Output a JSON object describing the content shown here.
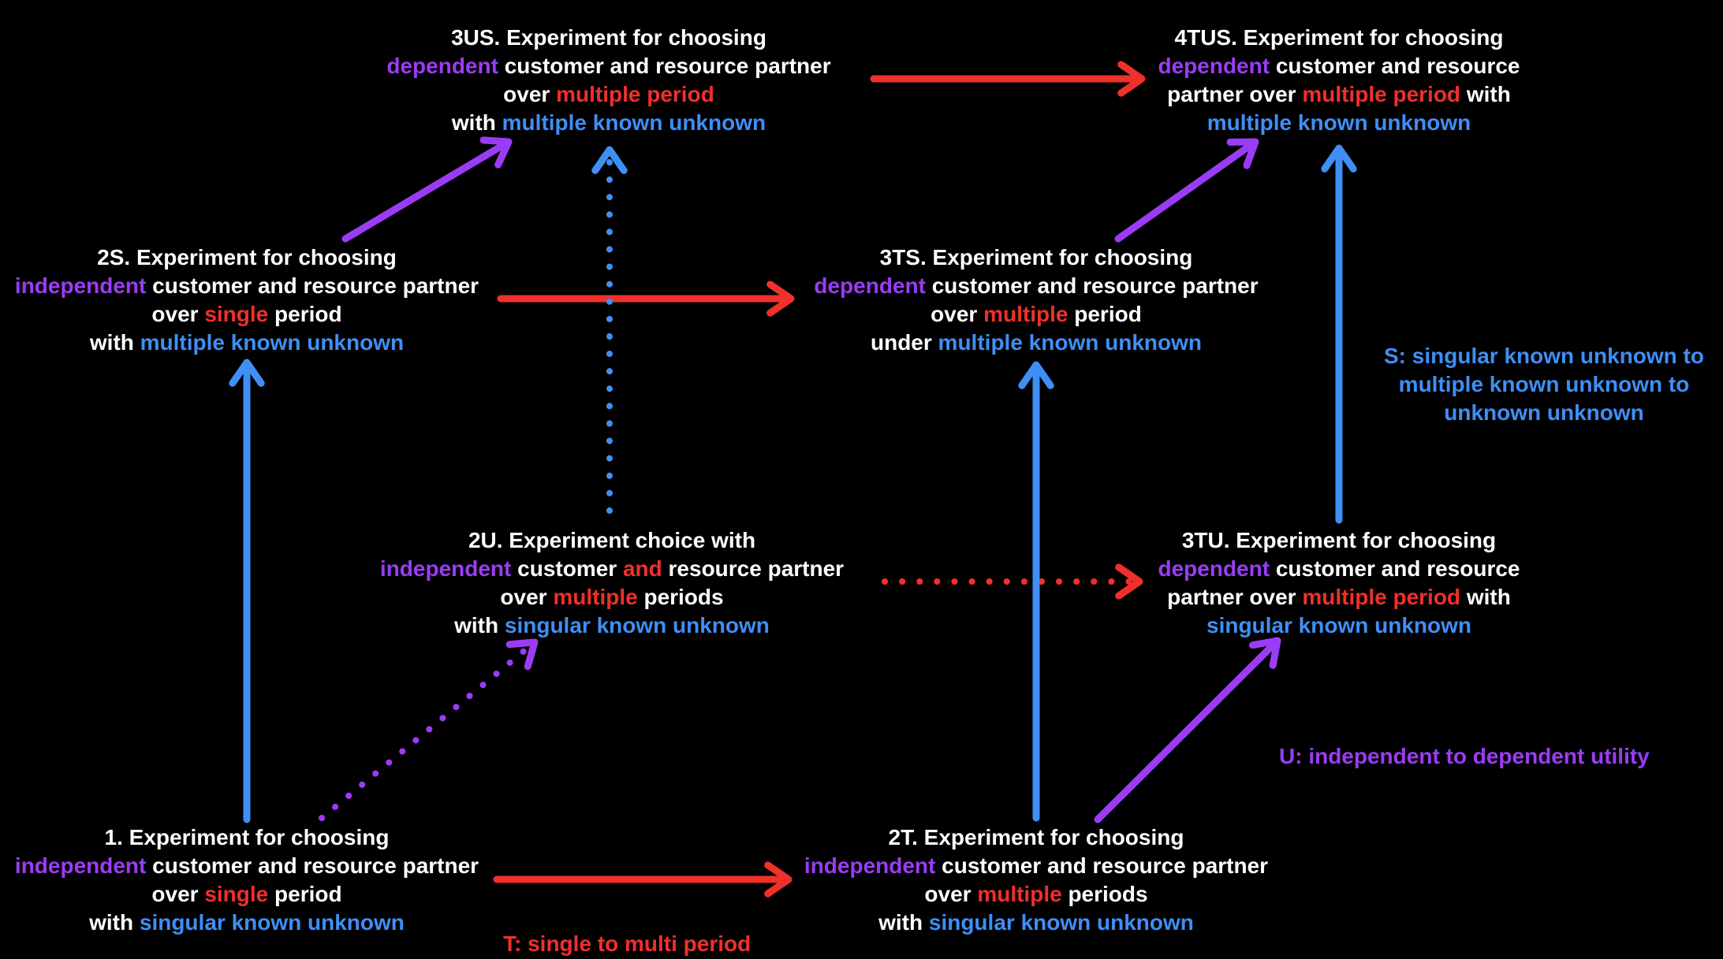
{
  "colors": {
    "background": "#000000",
    "text": "#ffffff",
    "purple": "#9b3cf5",
    "red": "#f0302a",
    "blue": "#3f8ff5"
  },
  "nodes": {
    "n1": [
      [
        {
          "t": "1. Experiment for choosing",
          "c": "white"
        }
      ],
      [
        {
          "t": "independent",
          "c": "purple"
        },
        {
          "t": " customer and resource partner",
          "c": "white"
        }
      ],
      [
        {
          "t": "over ",
          "c": "white"
        },
        {
          "t": "single",
          "c": "red"
        },
        {
          "t": " period",
          "c": "white"
        }
      ],
      [
        {
          "t": "with ",
          "c": "white"
        },
        {
          "t": "singular known unknown",
          "c": "blue"
        }
      ]
    ],
    "n2s": [
      [
        {
          "t": "2S. Experiment for choosing",
          "c": "white"
        }
      ],
      [
        {
          "t": "independent",
          "c": "purple"
        },
        {
          "t": " customer and resource partner",
          "c": "white"
        }
      ],
      [
        {
          "t": "over ",
          "c": "white"
        },
        {
          "t": "single",
          "c": "red"
        },
        {
          "t": " period",
          "c": "white"
        }
      ],
      [
        {
          "t": "with ",
          "c": "white"
        },
        {
          "t": "multiple known unknown",
          "c": "blue"
        }
      ]
    ],
    "n3us": [
      [
        {
          "t": "3US. Experiment for choosing",
          "c": "white"
        }
      ],
      [
        {
          "t": "dependent",
          "c": "purple"
        },
        {
          "t": " customer and resource partner",
          "c": "white"
        }
      ],
      [
        {
          "t": "over ",
          "c": "white"
        },
        {
          "t": "multiple period",
          "c": "red"
        }
      ],
      [
        {
          "t": "with ",
          "c": "white"
        },
        {
          "t": "multiple known unknown",
          "c": "blue"
        }
      ]
    ],
    "n4tus": [
      [
        {
          "t": "4TUS. Experiment for choosing",
          "c": "white"
        }
      ],
      [
        {
          "t": "dependent",
          "c": "purple"
        },
        {
          "t": " customer and resource",
          "c": "white"
        }
      ],
      [
        {
          "t": "partner over ",
          "c": "white"
        },
        {
          "t": "multiple period",
          "c": "red"
        },
        {
          "t": " with",
          "c": "white"
        }
      ],
      [
        {
          "t": "multiple known unknown",
          "c": "blue"
        }
      ]
    ],
    "n3ts": [
      [
        {
          "t": "3TS. Experiment for choosing",
          "c": "white"
        }
      ],
      [
        {
          "t": "dependent",
          "c": "purple"
        },
        {
          "t": " customer and resource partner",
          "c": "white"
        }
      ],
      [
        {
          "t": "over ",
          "c": "white"
        },
        {
          "t": "multiple",
          "c": "red"
        },
        {
          "t": " period",
          "c": "white"
        }
      ],
      [
        {
          "t": "under ",
          "c": "white"
        },
        {
          "t": "multiple known unknown",
          "c": "blue"
        }
      ]
    ],
    "n2u": [
      [
        {
          "t": "2U. Experiment choice with",
          "c": "white"
        }
      ],
      [
        {
          "t": "independent",
          "c": "purple"
        },
        {
          "t": " customer ",
          "c": "white"
        },
        {
          "t": "and",
          "c": "red"
        },
        {
          "t": " resource partner",
          "c": "white"
        }
      ],
      [
        {
          "t": "over ",
          "c": "white"
        },
        {
          "t": "multiple",
          "c": "red"
        },
        {
          "t": " periods",
          "c": "white"
        }
      ],
      [
        {
          "t": "with ",
          "c": "white"
        },
        {
          "t": "singular known unknown",
          "c": "blue"
        }
      ]
    ],
    "n3tu": [
      [
        {
          "t": "3TU. Experiment for choosing",
          "c": "white"
        }
      ],
      [
        {
          "t": "dependent",
          "c": "purple"
        },
        {
          "t": " customer and resource",
          "c": "white"
        }
      ],
      [
        {
          "t": "partner over ",
          "c": "white"
        },
        {
          "t": "multiple period",
          "c": "red"
        },
        {
          "t": " with",
          "c": "white"
        }
      ],
      [
        {
          "t": "singular known unknown",
          "c": "blue"
        }
      ]
    ],
    "n2t": [
      [
        {
          "t": "2T. Experiment for choosing",
          "c": "white"
        }
      ],
      [
        {
          "t": "independent",
          "c": "purple"
        },
        {
          "t": " customer and resource partner",
          "c": "white"
        }
      ],
      [
        {
          "t": "over ",
          "c": "white"
        },
        {
          "t": "multiple",
          "c": "red"
        },
        {
          "t": " periods",
          "c": "white"
        }
      ],
      [
        {
          "t": "with ",
          "c": "white"
        },
        {
          "t": "singular known unknown",
          "c": "blue"
        }
      ]
    ]
  },
  "legends": {
    "s": [
      "S: singular known unknown to",
      "multiple known unknown to",
      "unknown unknown"
    ],
    "u": [
      "U: independent to dependent utility"
    ],
    "t": [
      "T: single to multi period"
    ]
  },
  "edges": [
    {
      "from": "n1",
      "to": "n2s",
      "color": "blue",
      "style": "solid"
    },
    {
      "from": "n1",
      "to": "n2t",
      "color": "red",
      "style": "solid"
    },
    {
      "from": "n1",
      "to": "n2u",
      "color": "purple",
      "style": "dotted"
    },
    {
      "from": "n2s",
      "to": "n3us",
      "color": "purple",
      "style": "solid"
    },
    {
      "from": "n2s",
      "to": "n3ts",
      "color": "red",
      "style": "solid"
    },
    {
      "from": "n2u",
      "to": "n3us",
      "color": "blue",
      "style": "dotted"
    },
    {
      "from": "n2u",
      "to": "n3tu",
      "color": "red",
      "style": "dotted"
    },
    {
      "from": "n2t",
      "to": "n3ts",
      "color": "blue",
      "style": "solid"
    },
    {
      "from": "n2t",
      "to": "n3tu",
      "color": "purple",
      "style": "solid"
    },
    {
      "from": "n3us",
      "to": "n4tus",
      "color": "red",
      "style": "solid"
    },
    {
      "from": "n3ts",
      "to": "n4tus",
      "color": "purple",
      "style": "solid"
    },
    {
      "from": "n3tu",
      "to": "n4tus",
      "color": "blue",
      "style": "solid"
    }
  ]
}
